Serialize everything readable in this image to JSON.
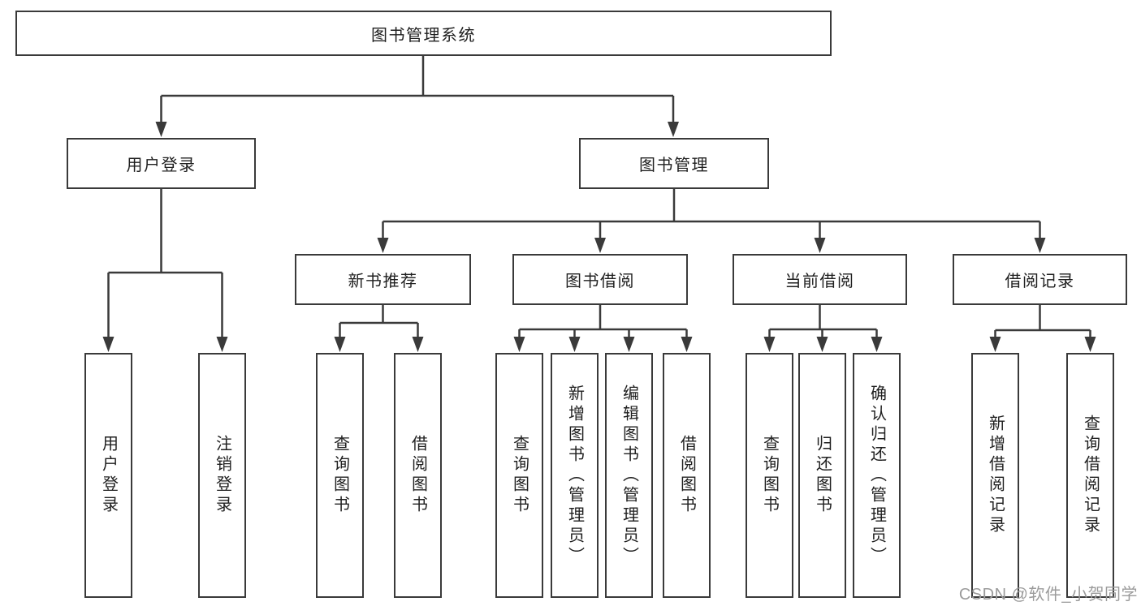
{
  "diagram": {
    "root": {
      "label": "图书管理系统"
    },
    "user_login": {
      "label": "用户登录",
      "leaves": [
        "用户登录",
        "注销登录"
      ]
    },
    "book_management": {
      "label": "图书管理",
      "children": [
        {
          "label": "新书推荐",
          "leaves": [
            "查询图书",
            "借阅图书"
          ]
        },
        {
          "label": "图书借阅",
          "leaves": [
            "查询图书",
            "新增图书（管理员）",
            "编辑图书（管理员）",
            "借阅图书"
          ]
        },
        {
          "label": "当前借阅",
          "leaves": [
            "查询图书",
            "归还图书",
            "确认归还（管理员）"
          ]
        },
        {
          "label": "借阅记录",
          "leaves": [
            "新增借阅记录",
            "查询借阅记录"
          ]
        }
      ]
    }
  },
  "watermark": {
    "text": "CSDN @软件_小贺同学"
  },
  "colors": {
    "line": "#3a3a3a",
    "text": "#1f1f1f",
    "watermark": "#9b9b9b",
    "background": "#ffffff"
  }
}
